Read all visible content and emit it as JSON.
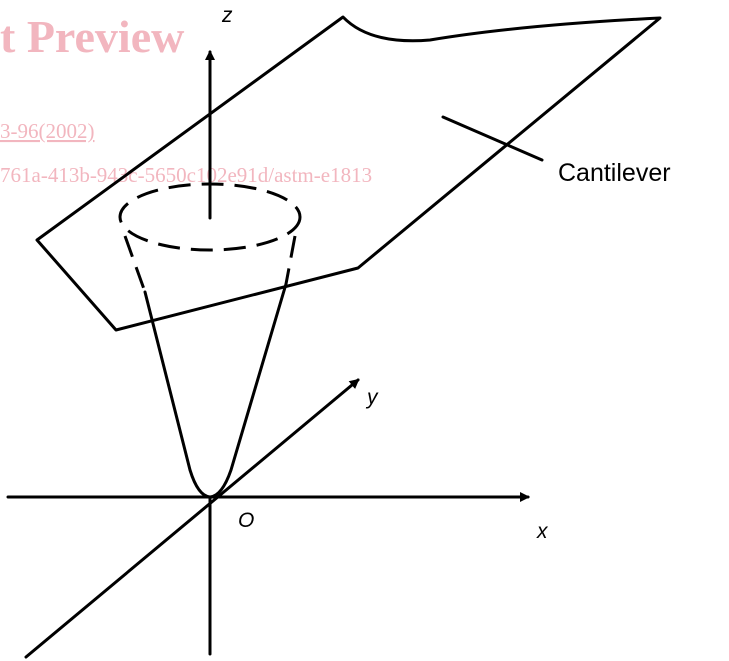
{
  "watermark": {
    "title": "t Preview",
    "line1": "3-96(2002)",
    "line2": "761a-413b-943c-5650c102e91d/astm-e1813"
  },
  "labels": {
    "z_axis": "z",
    "y_axis": "y",
    "x_axis": "x",
    "origin": "O",
    "cantilever": "Cantilever"
  }
}
